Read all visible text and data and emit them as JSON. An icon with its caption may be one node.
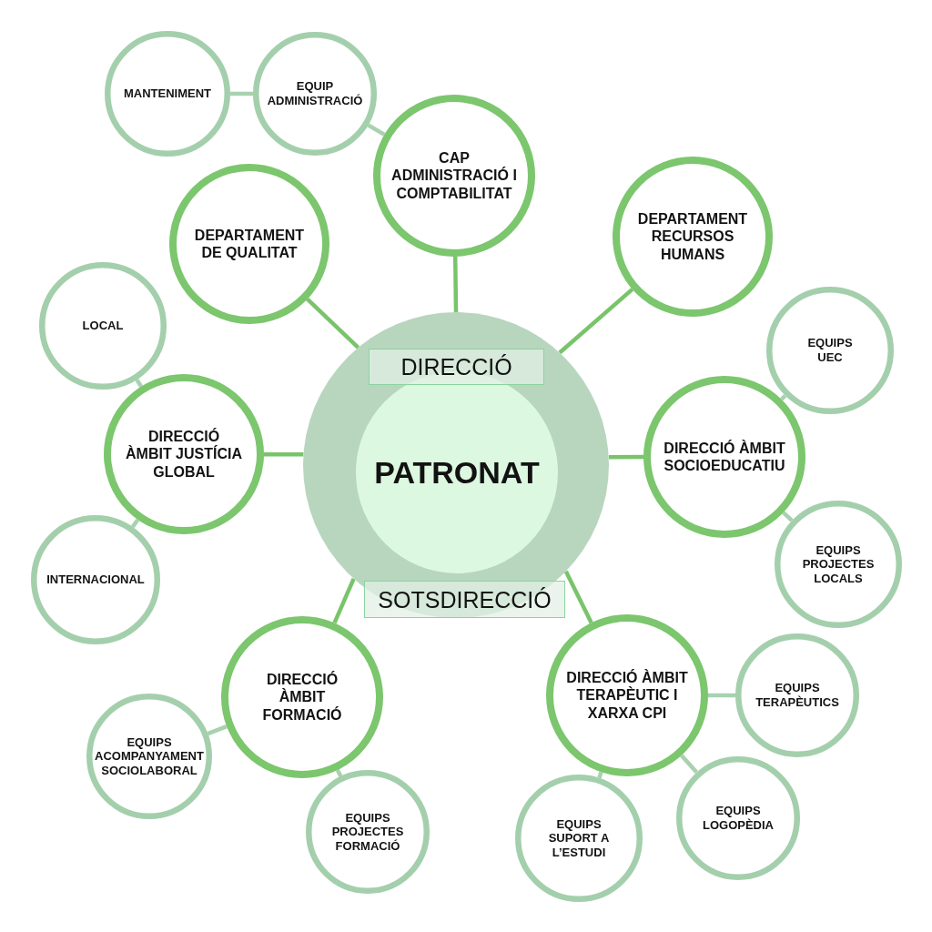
{
  "diagram": {
    "nodes": [
      {
        "text": [],
        "shape": "circle"
      },
      {
        "text": [
          "DIRECCIÓ"
        ],
        "in": 0
      },
      {
        "text": [
          "PATRONAT"
        ],
        "in": 0
      },
      {
        "text": [
          "SOTSDIRECCIÓ"
        ],
        "in": 0
      },
      {
        "text": [
          "MANTENIMENT"
        ]
      },
      {
        "text": [
          "EQUIP ADMINISTRACIÓ"
        ]
      },
      {
        "text": [
          "CAP ADMINISTRACIÓ I COMPTABILITAT"
        ]
      },
      {
        "text": [
          "DEPARTAMENT DE QUALITAT"
        ]
      },
      {
        "text": [
          "DEPARTAMENT RECURSOS HUMANS"
        ]
      },
      {
        "text": [
          "LOCAL"
        ]
      },
      {
        "text": [
          "EQUIPS UEC"
        ]
      },
      {
        "text": [
          "DIRECCIÓ ÀMBIT JUSTÍCIA GLOBAL"
        ]
      },
      {
        "text": [
          "DIRECCIÓ ÀMBIT SOCIOEDUCATIU"
        ]
      },
      {
        "text": [
          "EQUIPS PROJECTES LOCALS"
        ]
      },
      {
        "text": [
          "INTERNACIONAL"
        ]
      },
      {
        "text": [
          "DIRECCIÓ ÀMBIT FORMACIÓ"
        ]
      },
      {
        "text": [
          "DIRECCIÓ ÀMBIT TERAPÈUTIC I XARXA CPI"
        ]
      },
      {
        "text": [
          "EQUIPS TERAPÈUTICS"
        ]
      },
      {
        "text": [
          "EQUIPS ACOMPANYAMENT SOCIOLABORAL"
        ]
      },
      {
        "text": [
          "EQUIPS LOGOPÈDIA"
        ]
      },
      {
        "text": [
          "EQUIPS PROJECTES FORMACIÓ"
        ]
      },
      {
        "text": [
          "EQUIPS SUPORT A L’ESTUDI"
        ]
      }
    ],
    "edges": [
      {
        "from": 0,
        "to": 6,
        "arrow": "none",
        "color": "#79c46b"
      },
      {
        "from": 0,
        "to": 7,
        "arrow": "none",
        "color": "#79c46b"
      },
      {
        "from": 0,
        "to": 8,
        "arrow": "none",
        "color": "#79c46b"
      },
      {
        "from": 0,
        "to": 11,
        "arrow": "none",
        "color": "#79c46b"
      },
      {
        "from": 0,
        "to": 12,
        "arrow": "none",
        "color": "#79c46b"
      },
      {
        "from": 0,
        "to": 15,
        "arrow": "none",
        "color": "#79c46b"
      },
      {
        "from": 0,
        "to": 16,
        "arrow": "none",
        "color": "#79c46b"
      },
      {
        "from": 6,
        "to": 5,
        "arrow": "none"
      },
      {
        "from": 5,
        "to": 4,
        "arrow": "none"
      },
      {
        "from": 11,
        "to": 9,
        "arrow": "none"
      },
      {
        "from": 11,
        "to": 14,
        "arrow": "none"
      },
      {
        "from": 12,
        "to": 10,
        "arrow": "none"
      },
      {
        "from": 12,
        "to": 13,
        "arrow": "none"
      },
      {
        "from": 15,
        "to": 18,
        "arrow": "none"
      },
      {
        "from": 15,
        "to": 20,
        "arrow": "none"
      },
      {
        "from": 16,
        "to": 17,
        "arrow": "none"
      },
      {
        "from": 16,
        "to": 19,
        "arrow": "none"
      },
      {
        "from": 16,
        "to": 21,
        "arrow": "none"
      }
    ]
  }
}
